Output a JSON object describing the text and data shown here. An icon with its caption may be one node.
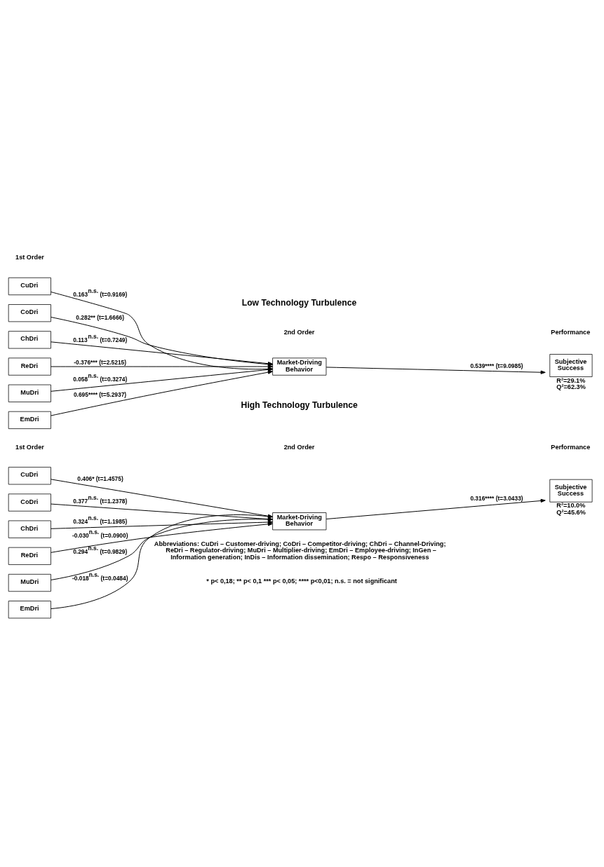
{
  "diagram": {
    "nodes": [
      {
        "text": [
          "CuDri"
        ]
      },
      {
        "text": [
          "CoDri"
        ]
      },
      {
        "text": [
          "ChDri"
        ]
      },
      {
        "text": [
          "ReDri"
        ]
      },
      {
        "text": [
          "MuDri"
        ]
      },
      {
        "text": [
          "EmDri"
        ]
      },
      {
        "text": [
          "Market-Driving Behavior"
        ]
      },
      {
        "text": [
          "Subjective Success"
        ],
        "beside": [
          "R²=29.1% Q²=62.3%"
        ]
      },
      {
        "text": [
          "CuDri"
        ]
      },
      {
        "text": [
          "CoDri"
        ]
      },
      {
        "text": [
          "ChDri"
        ]
      },
      {
        "text": [
          "ReDri"
        ]
      },
      {
        "text": [
          "MuDri"
        ]
      },
      {
        "text": [
          "EmDri"
        ]
      },
      {
        "text": [
          "Market-Driving Behavior"
        ]
      },
      {
        "text": [
          "Subjective Success"
        ],
        "beside": [
          "R²=10.0% Q²=45.6%"
        ]
      }
    ],
    "edges": [
      {
        "from": 0,
        "to": 6,
        "arrow": "to",
        "label": "0.163$^{n.s.}$ (t=0.9169)"
      },
      {
        "from": 1,
        "to": 6,
        "arrow": "to",
        "label": "0.282** (t=1.6666)"
      },
      {
        "from": 2,
        "to": 6,
        "arrow": "to",
        "label": "0.113$^{n.s.}$ (t=0.7249)"
      },
      {
        "from": 3,
        "to": 6,
        "arrow": "to",
        "label": "-0.376*** (t=2.5215)"
      },
      {
        "from": 4,
        "to": 6,
        "arrow": "to",
        "label": "0.058$^{n.s.}$ (t=0.3274)"
      },
      {
        "from": 5,
        "to": 6,
        "arrow": "to",
        "label": "0.695**** (t=5.2937)"
      },
      {
        "from": 6,
        "to": 7,
        "arrow": "to",
        "label": "0.539**** (t=9.0985)"
      },
      {
        "from": 8,
        "to": 14,
        "arrow": "to",
        "label": "0.406* (t=1.4575)"
      },
      {
        "from": 9,
        "to": 14,
        "arrow": "to",
        "label": "0.377$^{n.s.}$ (t=1.2378)"
      },
      {
        "from": 10,
        "to": 14,
        "arrow": "to",
        "label": "0.324$^{n.s.}$ (t=1.1985)"
      },
      {
        "from": 11,
        "to": 14,
        "arrow": "to",
        "label": "-0.030$^{n.s.}$ (t=0.0900)"
      },
      {
        "from": 12,
        "to": 14,
        "arrow": "to",
        "label": "0.294$^{n.s.}$ (t=0.9829)"
      },
      {
        "from": 13,
        "to": 14,
        "arrow": "to",
        "label": "-0.018$^{n.s.}$ (t=0.0484)"
      },
      {
        "from": 14,
        "to": 15,
        "arrow": "to",
        "label": "0.316**** (t=3.0433)"
      }
    ],
    "labels": [
      "Low Technology Turbulence",
      "1st Order",
      "2nd Order",
      "Performance",
      "High Technology Turbulence",
      "1st Order",
      "2nd Order",
      "Performance",
      "Abbreviations: CuDri – Customer-driving; CoDri – Competitor-driving; ChDri – Channel-Driving; ReDri – Regulator-driving; MuDri – Multiplier-driving; EmDri – Employee-driving; InGen – Information generation; InDis – Information dissemination; Respo – Responsiveness",
      "* p< 0,18; ** p< 0,1 *** p< 0,05; **** p<0,01; n.s. = not significant"
    ]
  }
}
